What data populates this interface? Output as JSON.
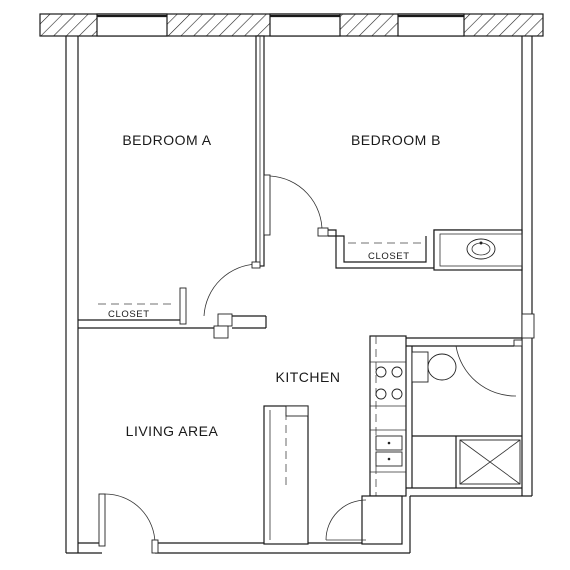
{
  "rooms": {
    "bedroom_a": "BEDROOM A",
    "bedroom_b": "BEDROOM B",
    "kitchen": "KITCHEN",
    "living_area": "LIVING AREA",
    "closet_a": "CLOSET",
    "closet_b": "CLOSET"
  }
}
